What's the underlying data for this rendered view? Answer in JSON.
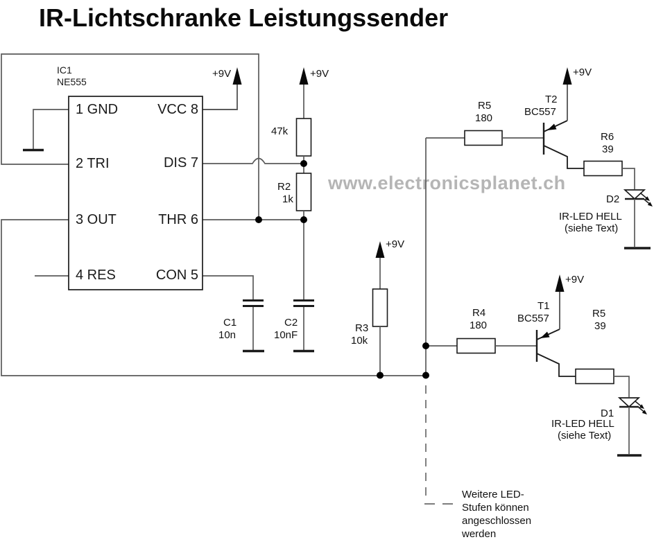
{
  "title": "IR-Lichtschranke Leistungssender",
  "watermark": "www.electronicsplanet.ch",
  "supply": {
    "label": "+9V"
  },
  "ic1": {
    "ref": "IC1",
    "part": "NE555",
    "pin1": "1 GND",
    "pin2": "2 TRI",
    "pin3": "3 OUT",
    "pin4": "4 RES",
    "pin8": "VCC 8",
    "pin7": "DIS 7",
    "pin6": "THR 6",
    "pin5": "CON 5"
  },
  "resistors": {
    "r1": {
      "value": "47k"
    },
    "r2": {
      "ref": "R2",
      "value": "1k"
    },
    "r3": {
      "ref": "R3",
      "value": "10k"
    },
    "r4": {
      "ref": "R4",
      "value": "180"
    },
    "r5a": {
      "ref": "R5",
      "value": "180"
    },
    "r5b": {
      "ref": "R5",
      "value": "39"
    },
    "r6": {
      "ref": "R6",
      "value": "39"
    }
  },
  "capacitors": {
    "c1": {
      "ref": "C1",
      "value": "10n"
    },
    "c2": {
      "ref": "C2",
      "value": "10nF"
    }
  },
  "transistors": {
    "t1": {
      "ref": "T1",
      "part": "BC557"
    },
    "t2": {
      "ref": "T2",
      "part": "BC557"
    }
  },
  "diodes": {
    "d1": {
      "ref": "D1",
      "desc": "IR-LED HELL",
      "note": "(siehe Text)"
    },
    "d2": {
      "ref": "D2",
      "desc": "IR-LED HELL",
      "note": "(siehe Text)"
    }
  },
  "annotation": {
    "line1": "Weitere LED-",
    "line2": "Stufen können",
    "line3": "angeschlossen",
    "line4": "werden"
  },
  "colors": {
    "wire": "#5a5a5a",
    "component": "#1a1a1a",
    "text": "#111111",
    "watermark": "#b5b5b5",
    "background": "#ffffff"
  }
}
